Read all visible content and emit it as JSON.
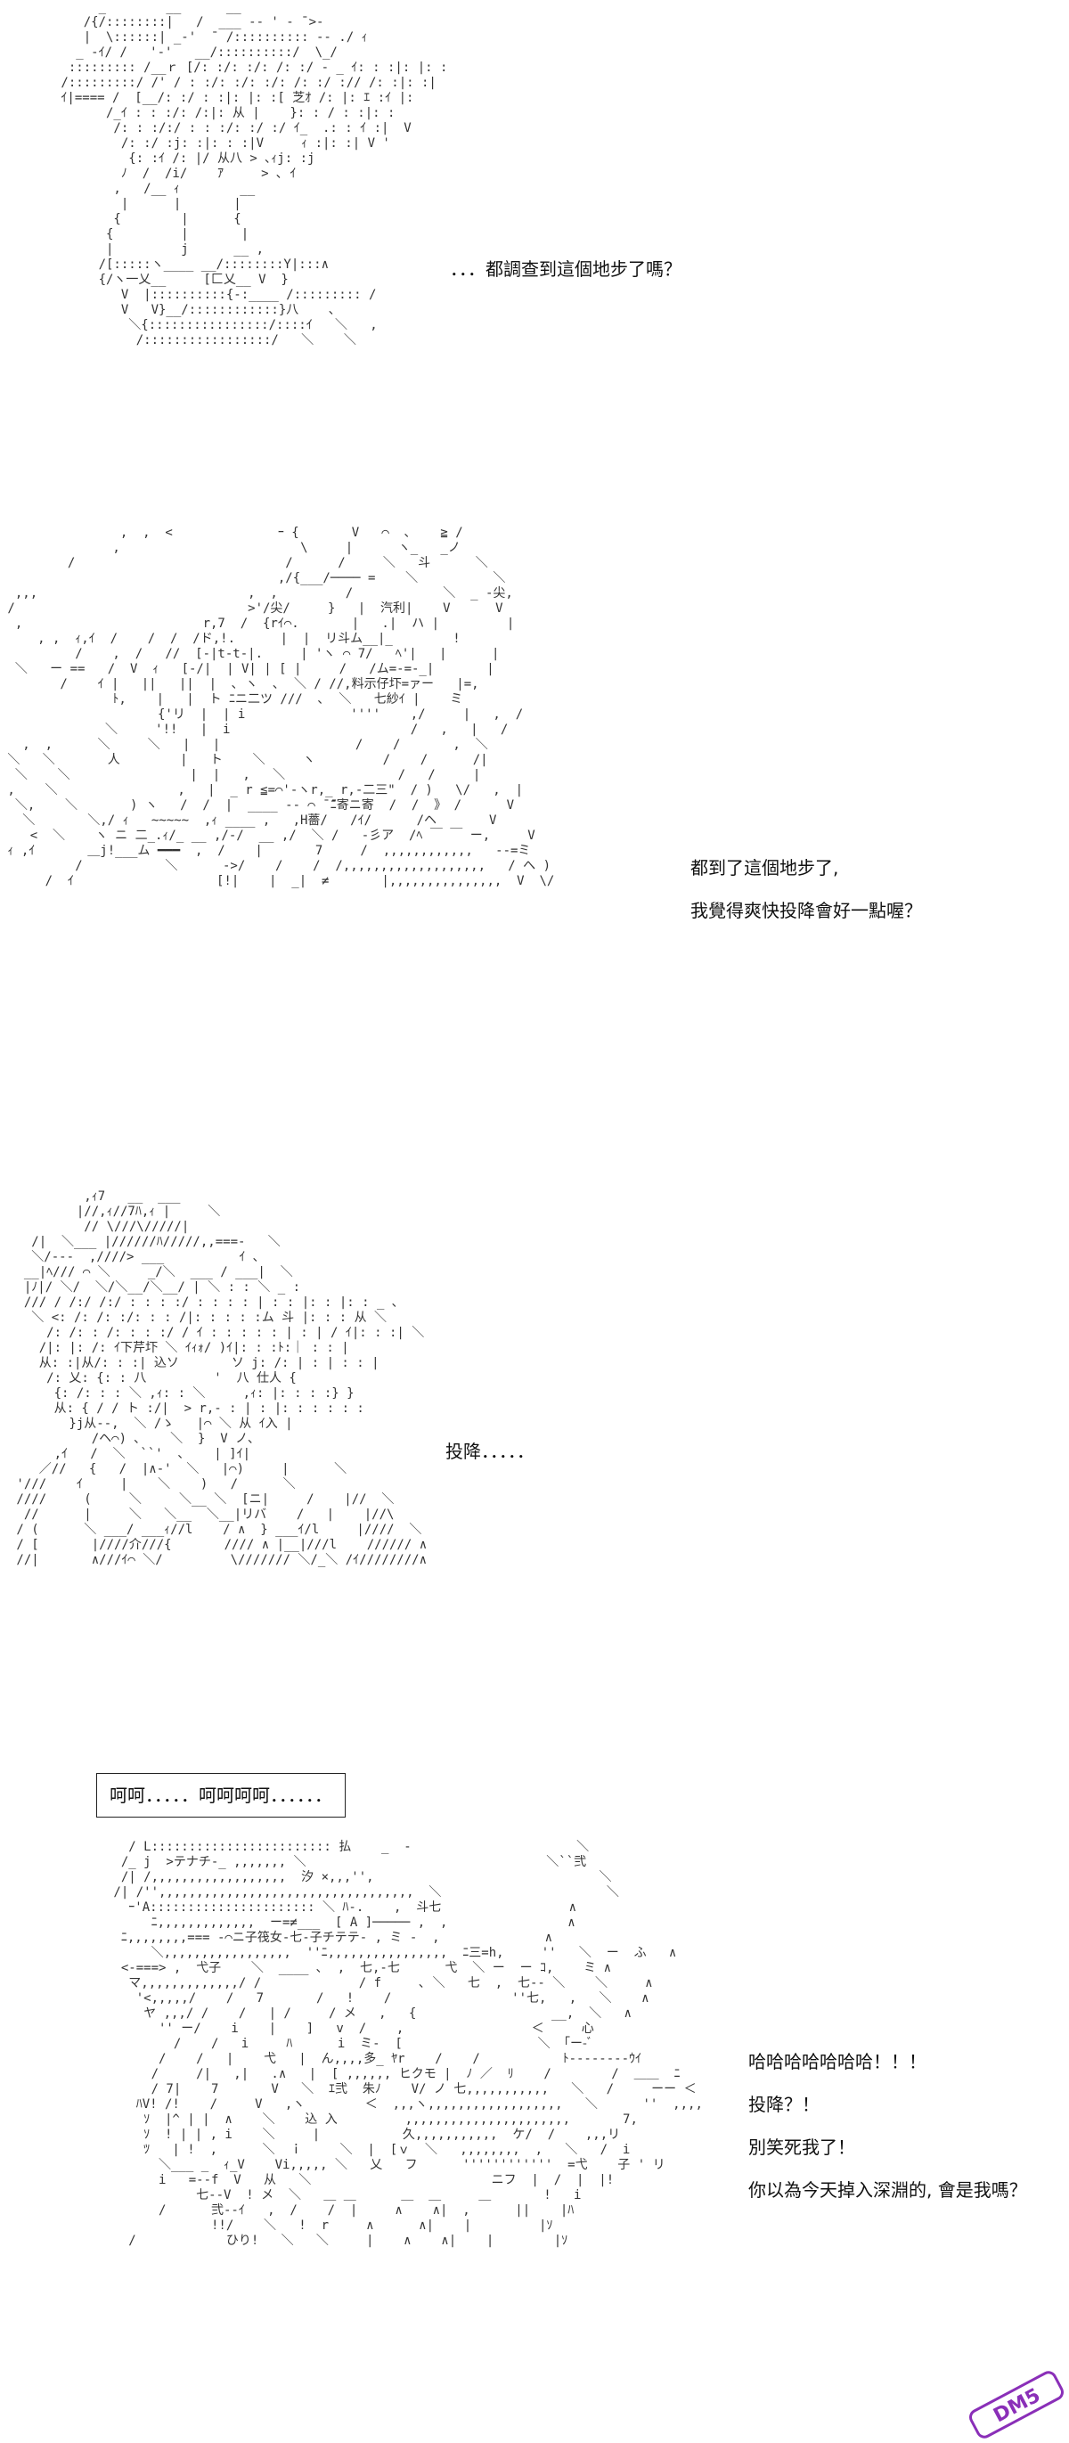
{
  "panels": [
    {
      "dialogue": [
        "．．．都調查到這個地步了嗎？"
      ]
    },
    {
      "dialogue": [
        "都到了這個地步了,",
        "我覺得爽快投降會好一點喔？"
      ]
    },
    {
      "dialogue": [
        "投降．．．．．"
      ]
    },
    {
      "boxed": "呵呵．．．．．呵呵呵呵．．．．．．"
    },
    {
      "dialogue": [
        "哈哈哈哈哈哈哈！！！",
        "投降？！",
        "別笑死我了！",
        "你以為今天掉入深淵的, 會是我嗎？"
      ]
    }
  ],
  "watermark": {
    "text": "DM5",
    "color": "#8a2fb8"
  }
}
